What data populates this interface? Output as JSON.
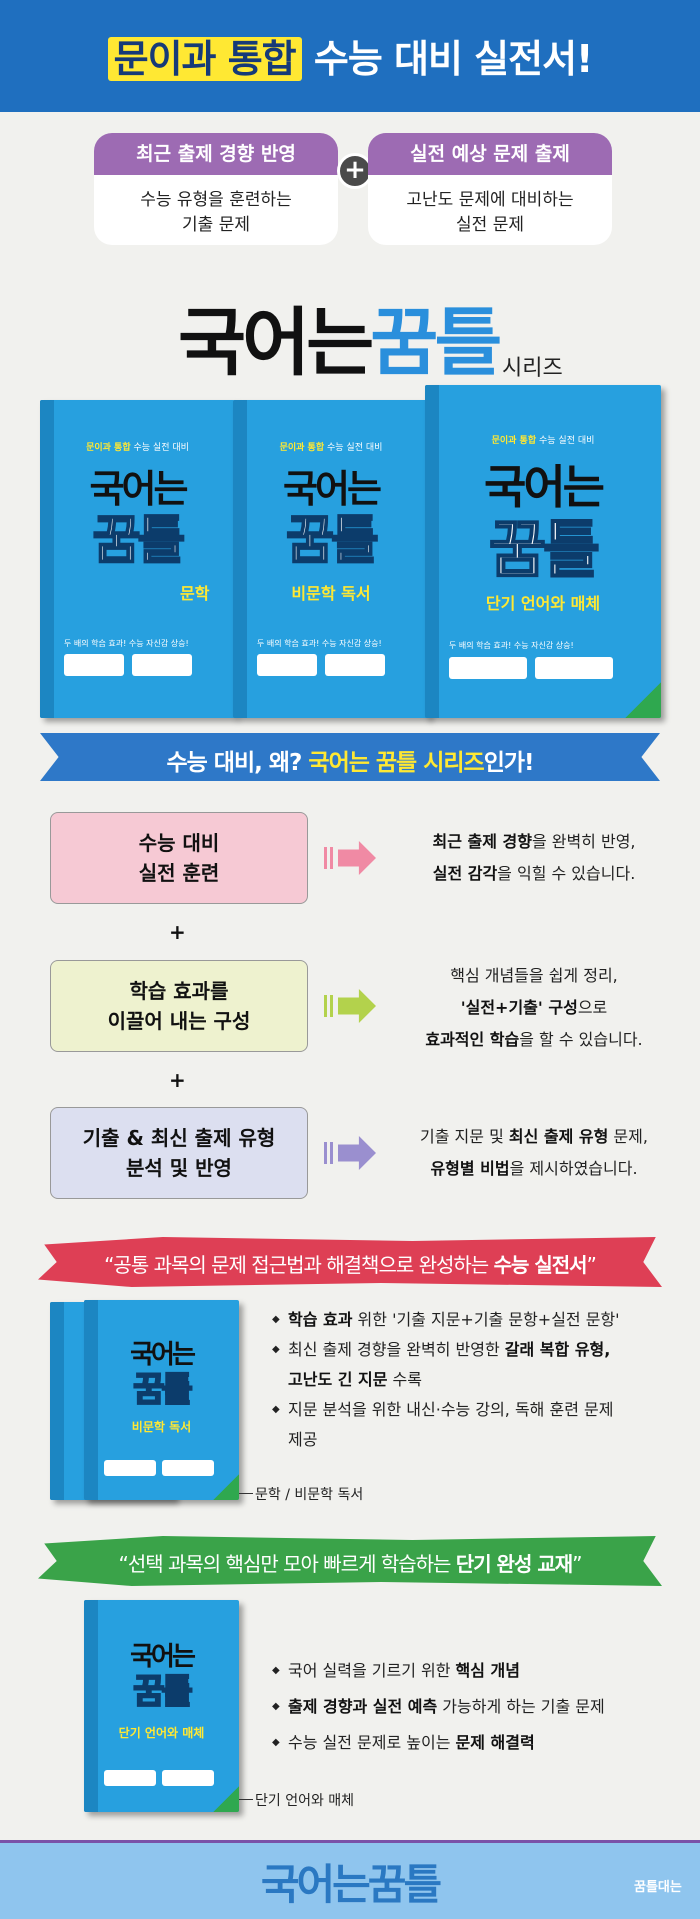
{
  "header": {
    "title_highlight": "문이과 통합",
    "title_rest": "수능 대비 실전서!"
  },
  "features": {
    "left": {
      "head": "최근 출제 경향 반영",
      "line1": "수능 유형을 훈련하는",
      "line2": "기출 문제"
    },
    "plus": "+",
    "right": {
      "head": "실전 예상 문제 출제",
      "line1": "고난도 문제에 대비하는",
      "line2": "실전 문제"
    }
  },
  "series": {
    "title_a": "국어는",
    "title_b": "꿈틀",
    "suffix": "시리즈"
  },
  "books": {
    "tag_a": "문이과 통합",
    "tag_b": "수능 실전 대비",
    "title_a": "국어는",
    "title_b": "꿈틀",
    "note": "두 배의 학습 효과! 수능 자신감 상승!",
    "book1_sub": "문학",
    "book2_sub": "비문학 독서",
    "book3_sub": "단기 언어와 매체"
  },
  "ribbon": {
    "text_a": "수능 대비, 왜?",
    "text_b": "국어는 꿈틀 시리즈",
    "text_c": "인가!"
  },
  "reasons": [
    {
      "line1": "수능 대비",
      "line2": "실전 훈련",
      "desc_b1": "최근 출제 경향",
      "desc_t1": "을 완벽히 반영,",
      "desc_b2": "실전 감각",
      "desc_t2": "을 익힐 수 있습니다.",
      "color": "#f6c9d4",
      "arrow": "#f08aa4"
    },
    {
      "line1": "학습 효과를",
      "line2": "이끌어 내는 구성",
      "desc_t0": "핵심 개념들을 쉽게 정리,",
      "desc_b1": "'실전+기출' 구성",
      "desc_t1": "으로",
      "desc_b2": "효과적인 학습",
      "desc_t2": "을 할 수 있습니다.",
      "color": "#eef2cf",
      "arrow": "#b3d24c"
    },
    {
      "line1": "기출 & 최신 출제 유형",
      "line2": "분석 및 반영",
      "desc_t0": "기출 지문 및 ",
      "desc_b0": "최신 출제 유형",
      "desc_t0b": " 문제,",
      "desc_b1": "유형별 비법",
      "desc_t1": "을 제시하였습니다.",
      "color": "#dcdff0",
      "arrow": "#9a8fcf"
    }
  ],
  "plus_sign": "+",
  "common": {
    "banner_a": "“공통 과목의 문제 접근법과 해결책으로 완성하는 ",
    "banner_b": "수능 실전서",
    "banner_c": "”",
    "bullet1_b": "학습 효과",
    "bullet1_t": " 위한 '기출 지문+기출 문항+실전 문항'",
    "bullet2_t": "최신 출제 경향을 완벽히 반영한 ",
    "bullet2_b": "갈래 복합 유형,",
    "bullet2_b2": "고난도 긴 지문",
    "bullet2_t2": " 수록",
    "bullet3_t": "지문 분석을 위한 내신·수능 강의, 독해 훈련 문제",
    "bullet3_t2": "제공",
    "caption": "문학 / 비문학 독서",
    "book_sub": "비문학 독서"
  },
  "elective": {
    "banner_a": "“선택 과목의 핵심만 모아 빠르게 학습하는 ",
    "banner_b": "단기 완성 교재",
    "banner_c": "”",
    "bullet1_t": "국어 실력을 기르기 위한 ",
    "bullet1_b": "핵심 개념",
    "bullet2_b": "출제 경향과 실전 예측",
    "bullet2_t": " 가능하게 하는 기출 문제",
    "bullet3_t": "수능 실전 문제로 높이는 ",
    "bullet3_b": "문제 해결력",
    "caption": "단기 언어와 매체",
    "book_sub": "단기 언어와 매체"
  },
  "footer": {
    "title": "국어는꿈틀",
    "logo": "꿈틀대는"
  }
}
